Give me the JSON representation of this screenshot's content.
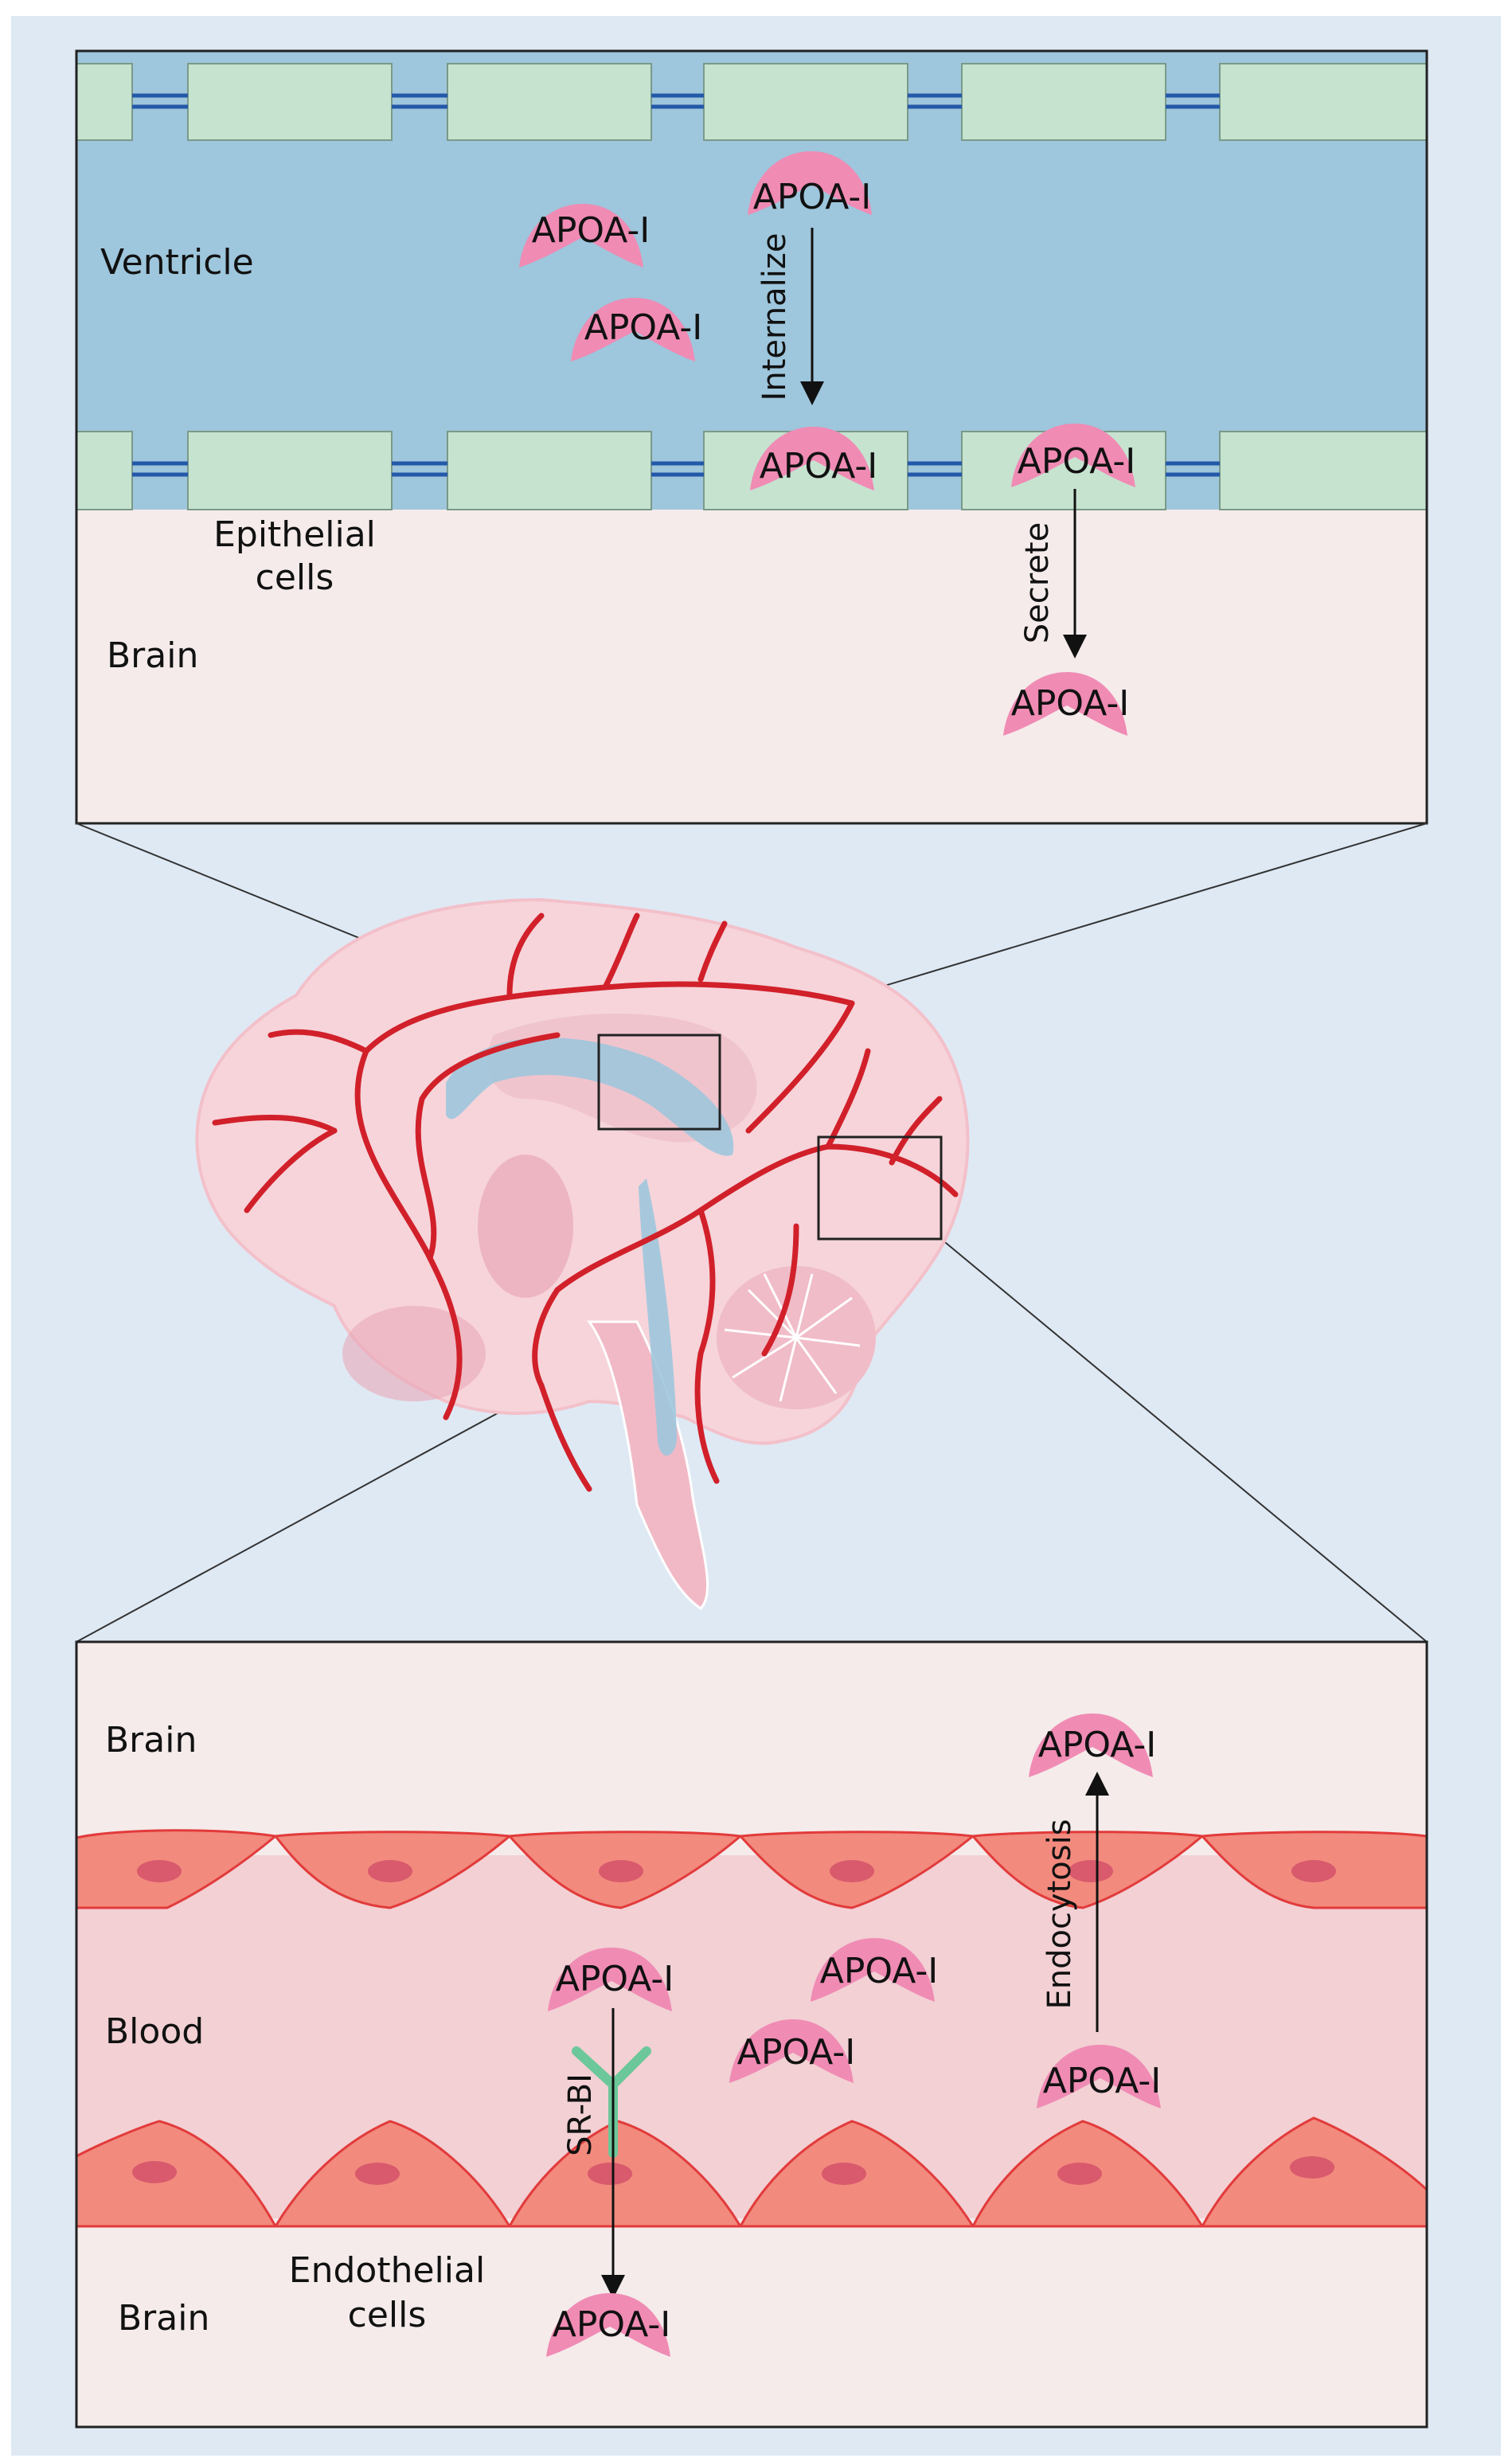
{
  "colors": {
    "background": "#dfe9f4",
    "panel_border": "#222222",
    "ventricle": "#9ec6dc",
    "epithelial": "#c6e3d0",
    "tight_junction": "#2458a8",
    "brain_tissue": "#f5ebeb",
    "blood": "#f2d0d4",
    "endothelial": "#f28a7e",
    "endothelial_edge": "#e23b3b",
    "nucleus": "#d85a6c",
    "apoa1": "#f08bb4",
    "receptor": "#6cc79a",
    "vessel": "#d1202a",
    "brain_outline": "#f6d4da"
  },
  "top_panel": {
    "ventricle_label": "Ventricle",
    "epithelial_label_line1": "Epithelial",
    "epithelial_label_line2": "cells",
    "brain_label": "Brain",
    "internalize_label": "Internalize",
    "secrete_label": "Secrete",
    "protein_label": "APOA-I"
  },
  "bottom_panel": {
    "brain_top_label": "Brain",
    "blood_label": "Blood",
    "brain_bottom_label": "Brain",
    "endothelial_label_line1": "Endothelial",
    "endothelial_label_line2": "cells",
    "receptor_label": "SR-BI",
    "endocytosis_label": "Endocytosis",
    "protein_label": "APOA-I"
  },
  "middle": {
    "brain_icon": "brain-sagittal-illustration"
  }
}
